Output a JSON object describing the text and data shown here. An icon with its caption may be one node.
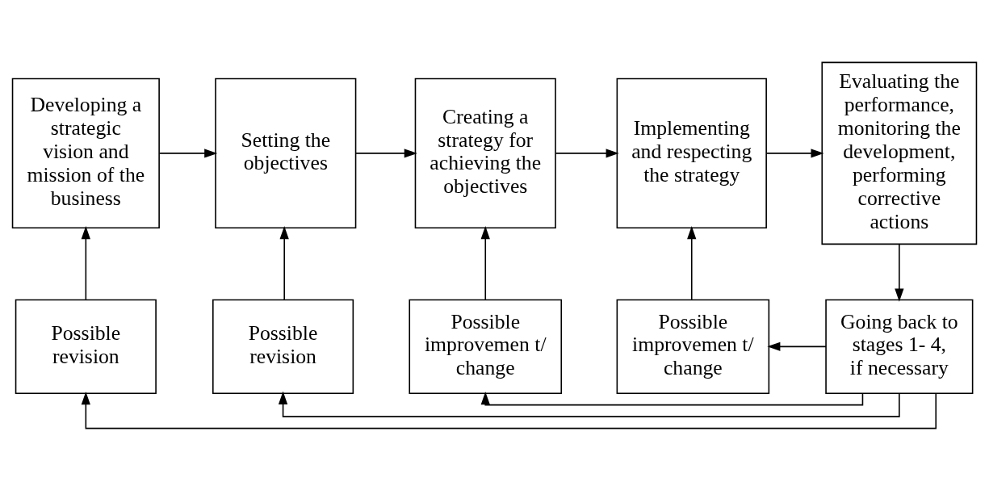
{
  "diagram": {
    "nodes": [
      {
        "text": [
          "Developing a strategic vision and mission of the business"
        ]
      },
      {
        "text": [
          "Setting the objectives"
        ]
      },
      {
        "text": [
          "Creating a strategy for achieving the objectives"
        ]
      },
      {
        "text": [
          "Implementing and respecting the strategy"
        ]
      },
      {
        "text": [
          "Evaluating the performance, monitoring the development, performing corrective actions"
        ]
      },
      {
        "text": [
          "Possible revision"
        ]
      },
      {
        "text": [
          "Possible revision"
        ]
      },
      {
        "text": [
          "Possible improvemen t/ change"
        ]
      },
      {
        "text": [
          "Possible improvemen t/ change"
        ]
      },
      {
        "text": [
          "Going back to stages 1- 4, if necessary"
        ]
      }
    ],
    "edges": [
      {
        "from": 0,
        "to": 1,
        "arrow": "to"
      },
      {
        "from": 1,
        "to": 2,
        "arrow": "to"
      },
      {
        "from": 2,
        "to": 3,
        "arrow": "to"
      },
      {
        "from": 3,
        "to": 4,
        "arrow": "to"
      },
      {
        "from": 5,
        "to": 0,
        "arrow": "to"
      },
      {
        "from": 6,
        "to": 1,
        "arrow": "to"
      },
      {
        "from": 7,
        "to": 2,
        "arrow": "to"
      },
      {
        "from": 8,
        "to": 3,
        "arrow": "to"
      },
      {
        "from": 4,
        "to": 9,
        "arrow": "to"
      },
      {
        "from": 9,
        "to": 5,
        "arrow": "to"
      },
      {
        "from": 9,
        "to": 6,
        "arrow": "to"
      },
      {
        "from": 9,
        "to": 7,
        "arrow": "to"
      },
      {
        "from": 9,
        "to": 8,
        "arrow": "to"
      }
    ]
  }
}
